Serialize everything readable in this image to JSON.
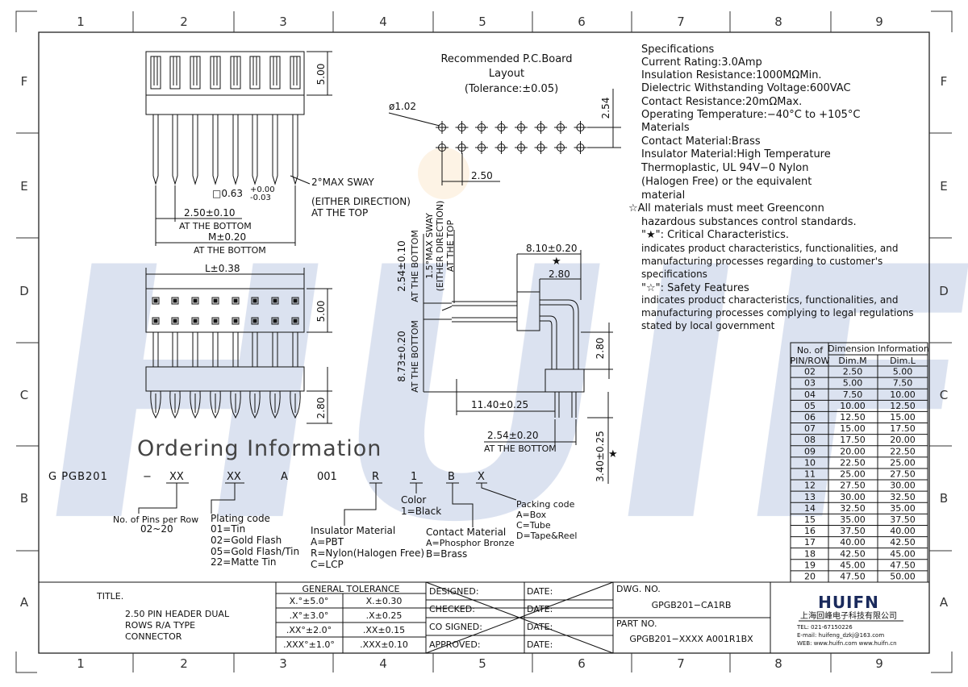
{
  "grid": {
    "columns": [
      "1",
      "2",
      "3",
      "4",
      "5",
      "6",
      "7",
      "8",
      "9"
    ],
    "rows": [
      "F",
      "E",
      "D",
      "C",
      "B",
      "A"
    ]
  },
  "watermark": "HUIFN",
  "pcb_layout": {
    "title_line1": "Recommended P.C.Board",
    "title_line2": "Layout",
    "title_line3": "(Tolerance:±0.05)",
    "hole_dia": "ø1.02",
    "pitch_v": "2.54",
    "pitch_h": "2.50"
  },
  "front_view": {
    "height_top": "5.00",
    "pin_size": "□0.63",
    "pin_tol_plus": "+0.00",
    "pin_tol_minus": "-0.03",
    "sway": "2°MAX SWAY",
    "sway2": "(EITHER DIRECTION)",
    "sway3": "AT THE TOP",
    "pitch": "2.50±0.10",
    "pitch_note": "AT THE BOTTOM",
    "dim_m": "M±0.20",
    "dim_m_note": "AT THE BOTTOM"
  },
  "top_view": {
    "dim_l": "L±0.38",
    "height": "5.00",
    "bottom": "2.80"
  },
  "side_view": {
    "dim1": "2.54±0.10",
    "dim1_note": "AT THE BOTTOM",
    "sway": "1.5°MAX SWAY",
    "sway2": "(EITHER DIRECTION)",
    "sway3": "AT THE TOP",
    "dim2": "8.73±0.20",
    "dim2_note": "AT THE BOTTOM",
    "dim3": "8.10±0.20",
    "dim4": "2.80",
    "dim5": "2.80",
    "dim6": "11.40±0.25",
    "dim7": "2.54±0.20",
    "dim7_note": "AT THE BOTTOM",
    "dim8": "3.40±0.25",
    "star": "★"
  },
  "specifications": {
    "lines": [
      "Specifications",
      "Current Rating:3.0Amp",
      "Insulation Resistance:1000MΩMin.",
      "Dielectric Withstanding Voltage:600VAC",
      "Contact Resistance:20mΩMax.",
      "Operating Temperature:−40°C to +105°C",
      "Materials",
      "Contact Material:Brass",
      "Insulator Material:High Temperature",
      "Thermoplastic, UL 94V−0 Nylon",
      "(Halogen Free) or the equivalent",
      "material",
      "☆All materials must meet Greenconn",
      "hazardous substances control standards.",
      "\"★\": Critical Characteristics."
    ],
    "small_lines": [
      "indicates product characteristics, functionalities, and",
      "manufacturing processes regarding to customer's",
      "specifications"
    ],
    "safety_line": "\"☆\": Safety Features",
    "small_lines2": [
      "indicates product characteristics, functionalities, and",
      "manufacturing processes complying to legal regulations",
      "stated by local government"
    ]
  },
  "dimension_table": {
    "header_col1_a": "No. of",
    "header_col1_b": "PIN/ROW",
    "header_group": "Dimension Information",
    "header_m": "Dim.M",
    "header_l": "Dim.L",
    "rows": [
      [
        "02",
        "2.50",
        "5.00"
      ],
      [
        "03",
        "5.00",
        "7.50"
      ],
      [
        "04",
        "7.50",
        "10.00"
      ],
      [
        "05",
        "10.00",
        "12.50"
      ],
      [
        "06",
        "12.50",
        "15.00"
      ],
      [
        "07",
        "15.00",
        "17.50"
      ],
      [
        "08",
        "17.50",
        "20.00"
      ],
      [
        "09",
        "20.00",
        "22.50"
      ],
      [
        "10",
        "22.50",
        "25.00"
      ],
      [
        "11",
        "25.00",
        "27.50"
      ],
      [
        "12",
        "27.50",
        "30.00"
      ],
      [
        "13",
        "30.00",
        "32.50"
      ],
      [
        "14",
        "32.50",
        "35.00"
      ],
      [
        "15",
        "35.00",
        "37.50"
      ],
      [
        "16",
        "37.50",
        "40.00"
      ],
      [
        "17",
        "40.00",
        "42.50"
      ],
      [
        "18",
        "42.50",
        "45.00"
      ],
      [
        "19",
        "45.00",
        "47.50"
      ],
      [
        "20",
        "47.50",
        "50.00"
      ]
    ]
  },
  "ordering": {
    "title": "Ordering Information",
    "code_parts": [
      "G PGB201",
      "−",
      "XX",
      "XX",
      "A",
      "001",
      "R",
      "1",
      "B",
      "X"
    ],
    "pins_label": "No. of Pins per Row",
    "pins_range": "02~20",
    "plating_title": "Plating code",
    "plating": [
      "01=Tin",
      "02=Gold Flash",
      "05=Gold Flash/Tin",
      "22=Matte Tin"
    ],
    "insulator_title": "Insulator Material",
    "insulator": [
      "A=PBT",
      "R=Nylon(Halogen Free)",
      "C=LCP"
    ],
    "color_title": "Color",
    "color": [
      "1=Black"
    ],
    "contact_title": "Contact Material",
    "contact": [
      "A=Phosphor Bronze",
      "B=Brass"
    ],
    "packing_title": "Packing code",
    "packing": [
      "A=Box",
      "C=Tube",
      "D=Tape&Reel"
    ]
  },
  "title_block": {
    "title_label": "TITLE.",
    "title_lines": [
      "2.50 PIN HEADER DUAL",
      "ROWS R/A TYPE",
      "CONNECTOR"
    ],
    "tolerance_header": "GENERAL TOLERANCE",
    "tolerances": [
      [
        "X.°±5.0°",
        "X.±0.30"
      ],
      [
        ".X°±3.0°",
        ".X±0.25"
      ],
      [
        ".XX°±2.0°",
        ".XX±0.15"
      ],
      [
        ".XXX°±1.0°",
        ".XXX±0.10"
      ]
    ],
    "sign_rows": [
      "DESIGNED:",
      "CHECKED:",
      "CO SIGNED:",
      "APPROVED:"
    ],
    "date_label": "DATE:",
    "dwg_label": "DWG. NO.",
    "dwg_no": "GPGB201−CA1RB",
    "part_label": "PART NO.",
    "part_no": "GPGB201−XXXX A001R1BX",
    "company_logo": "HUIFN",
    "company_name": "上海回峰电子科技有限公司",
    "tel": "TEL: 021-67150226",
    "email": "E-mail: huifeng_dzkj@163.com",
    "web": "WEB: www.huifn.com  www.huifn.cn"
  }
}
